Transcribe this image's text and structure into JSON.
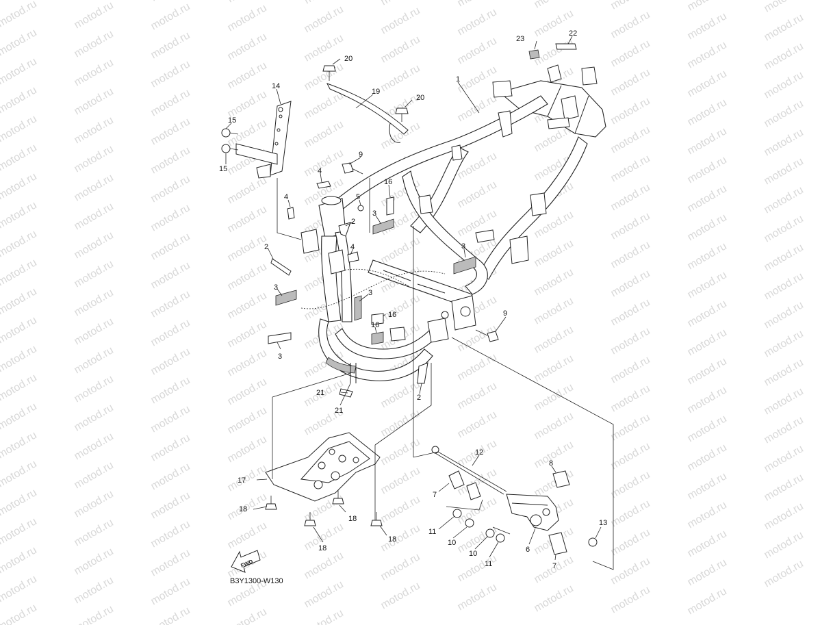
{
  "watermark": "motod.ru",
  "diagram_code": "B3Y1300-W130",
  "fwd_label": "FWD",
  "callouts": [
    {
      "id": "c1",
      "label": "1"
    },
    {
      "id": "c2a",
      "label": "2"
    },
    {
      "id": "c2b",
      "label": "2"
    },
    {
      "id": "c2c",
      "label": "2"
    },
    {
      "id": "c3a",
      "label": "3"
    },
    {
      "id": "c3b",
      "label": "3"
    },
    {
      "id": "c3c",
      "label": "3"
    },
    {
      "id": "c3d",
      "label": "3"
    },
    {
      "id": "c3e",
      "label": "3"
    },
    {
      "id": "c4a",
      "label": "4"
    },
    {
      "id": "c4b",
      "label": "4"
    },
    {
      "id": "c4c",
      "label": "4"
    },
    {
      "id": "c5",
      "label": "5"
    },
    {
      "id": "c6",
      "label": "6"
    },
    {
      "id": "c7a",
      "label": "7"
    },
    {
      "id": "c7b",
      "label": "7"
    },
    {
      "id": "c8",
      "label": "8"
    },
    {
      "id": "c9a",
      "label": "9"
    },
    {
      "id": "c9b",
      "label": "9"
    },
    {
      "id": "c10a",
      "label": "10"
    },
    {
      "id": "c10b",
      "label": "10"
    },
    {
      "id": "c11a",
      "label": "11"
    },
    {
      "id": "c11b",
      "label": "11"
    },
    {
      "id": "c12",
      "label": "12"
    },
    {
      "id": "c13",
      "label": "13"
    },
    {
      "id": "c14",
      "label": "14"
    },
    {
      "id": "c15a",
      "label": "15"
    },
    {
      "id": "c15b",
      "label": "15"
    },
    {
      "id": "c16a",
      "label": "16"
    },
    {
      "id": "c16b",
      "label": "16"
    },
    {
      "id": "c16c",
      "label": "16"
    },
    {
      "id": "c17",
      "label": "17"
    },
    {
      "id": "c18a",
      "label": "18"
    },
    {
      "id": "c18b",
      "label": "18"
    },
    {
      "id": "c18c",
      "label": "18"
    },
    {
      "id": "c18d",
      "label": "18"
    },
    {
      "id": "c19",
      "label": "19"
    },
    {
      "id": "c20a",
      "label": "20"
    },
    {
      "id": "c20b",
      "label": "20"
    },
    {
      "id": "c21a",
      "label": "21"
    },
    {
      "id": "c21b",
      "label": "21"
    },
    {
      "id": "c22",
      "label": "22"
    },
    {
      "id": "c23",
      "label": "23"
    }
  ]
}
